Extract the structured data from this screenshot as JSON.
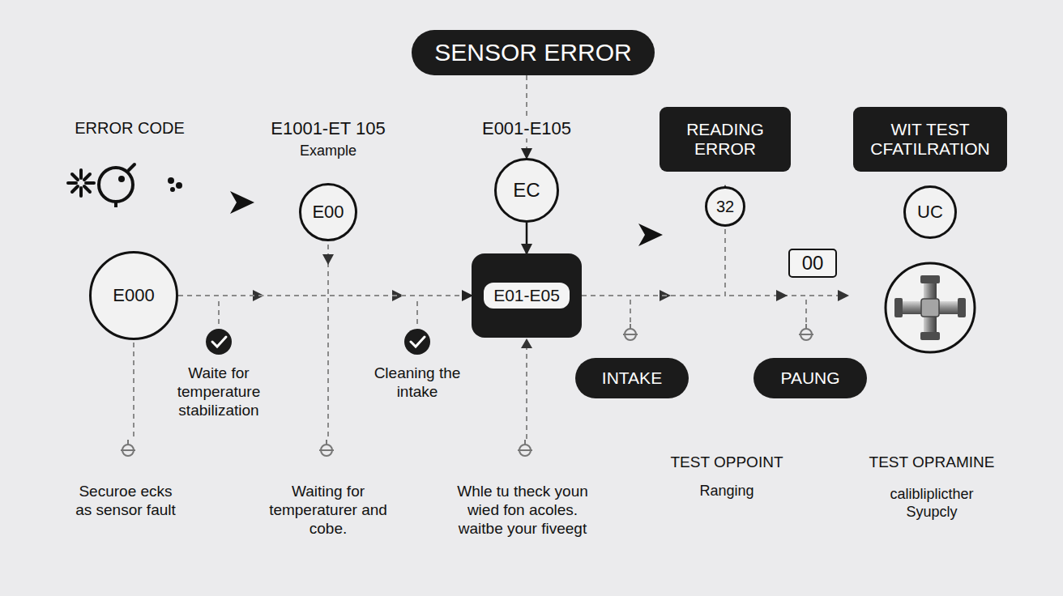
{
  "diagram": {
    "nodes": [
      {
        "text": [
          "SENSOR ERROR"
        ]
      },
      {
        "text": [
          "READING ERROR"
        ]
      },
      {
        "text": [
          "WIT TEST CFATILRATION"
        ]
      },
      {
        "text": [
          "E00"
        ]
      },
      {
        "text": [
          "EC"
        ]
      },
      {
        "text": [
          "32"
        ]
      },
      {
        "text": [
          "UC"
        ]
      },
      {
        "text": [
          "00"
        ]
      },
      {
        "text": [
          "E000"
        ]
      },
      {
        "text": [
          "E01-E05"
        ]
      },
      {
        "text": [
          "INTAKE"
        ]
      },
      {
        "text": [
          "PAUNG"
        ]
      }
    ],
    "edges": [
      {
        "from": 0,
        "to": 4,
        "arrow": "to"
      },
      {
        "from": 4,
        "to": 9,
        "arrow": "to"
      },
      {
        "from": 8,
        "to": 9,
        "arrow": "to"
      },
      {
        "from": 9,
        "to": 5,
        "arrow": "to"
      }
    ],
    "labels": [
      "ERROR CODE",
      "E1001-ET 105",
      "Example",
      "E001-E105",
      "Waite for temperature stabilization",
      "Cleaning the intake",
      "Securoe ecks as sensor fault",
      "Waiting for temperaturer and cobe.",
      "Whle tu theck youn wied fon acoles. waitbe your fiveegt",
      "TEST OPPOINT",
      "Ranging",
      "TEST OPRAMINE",
      "calibliplicther Syupcly"
    ]
  }
}
